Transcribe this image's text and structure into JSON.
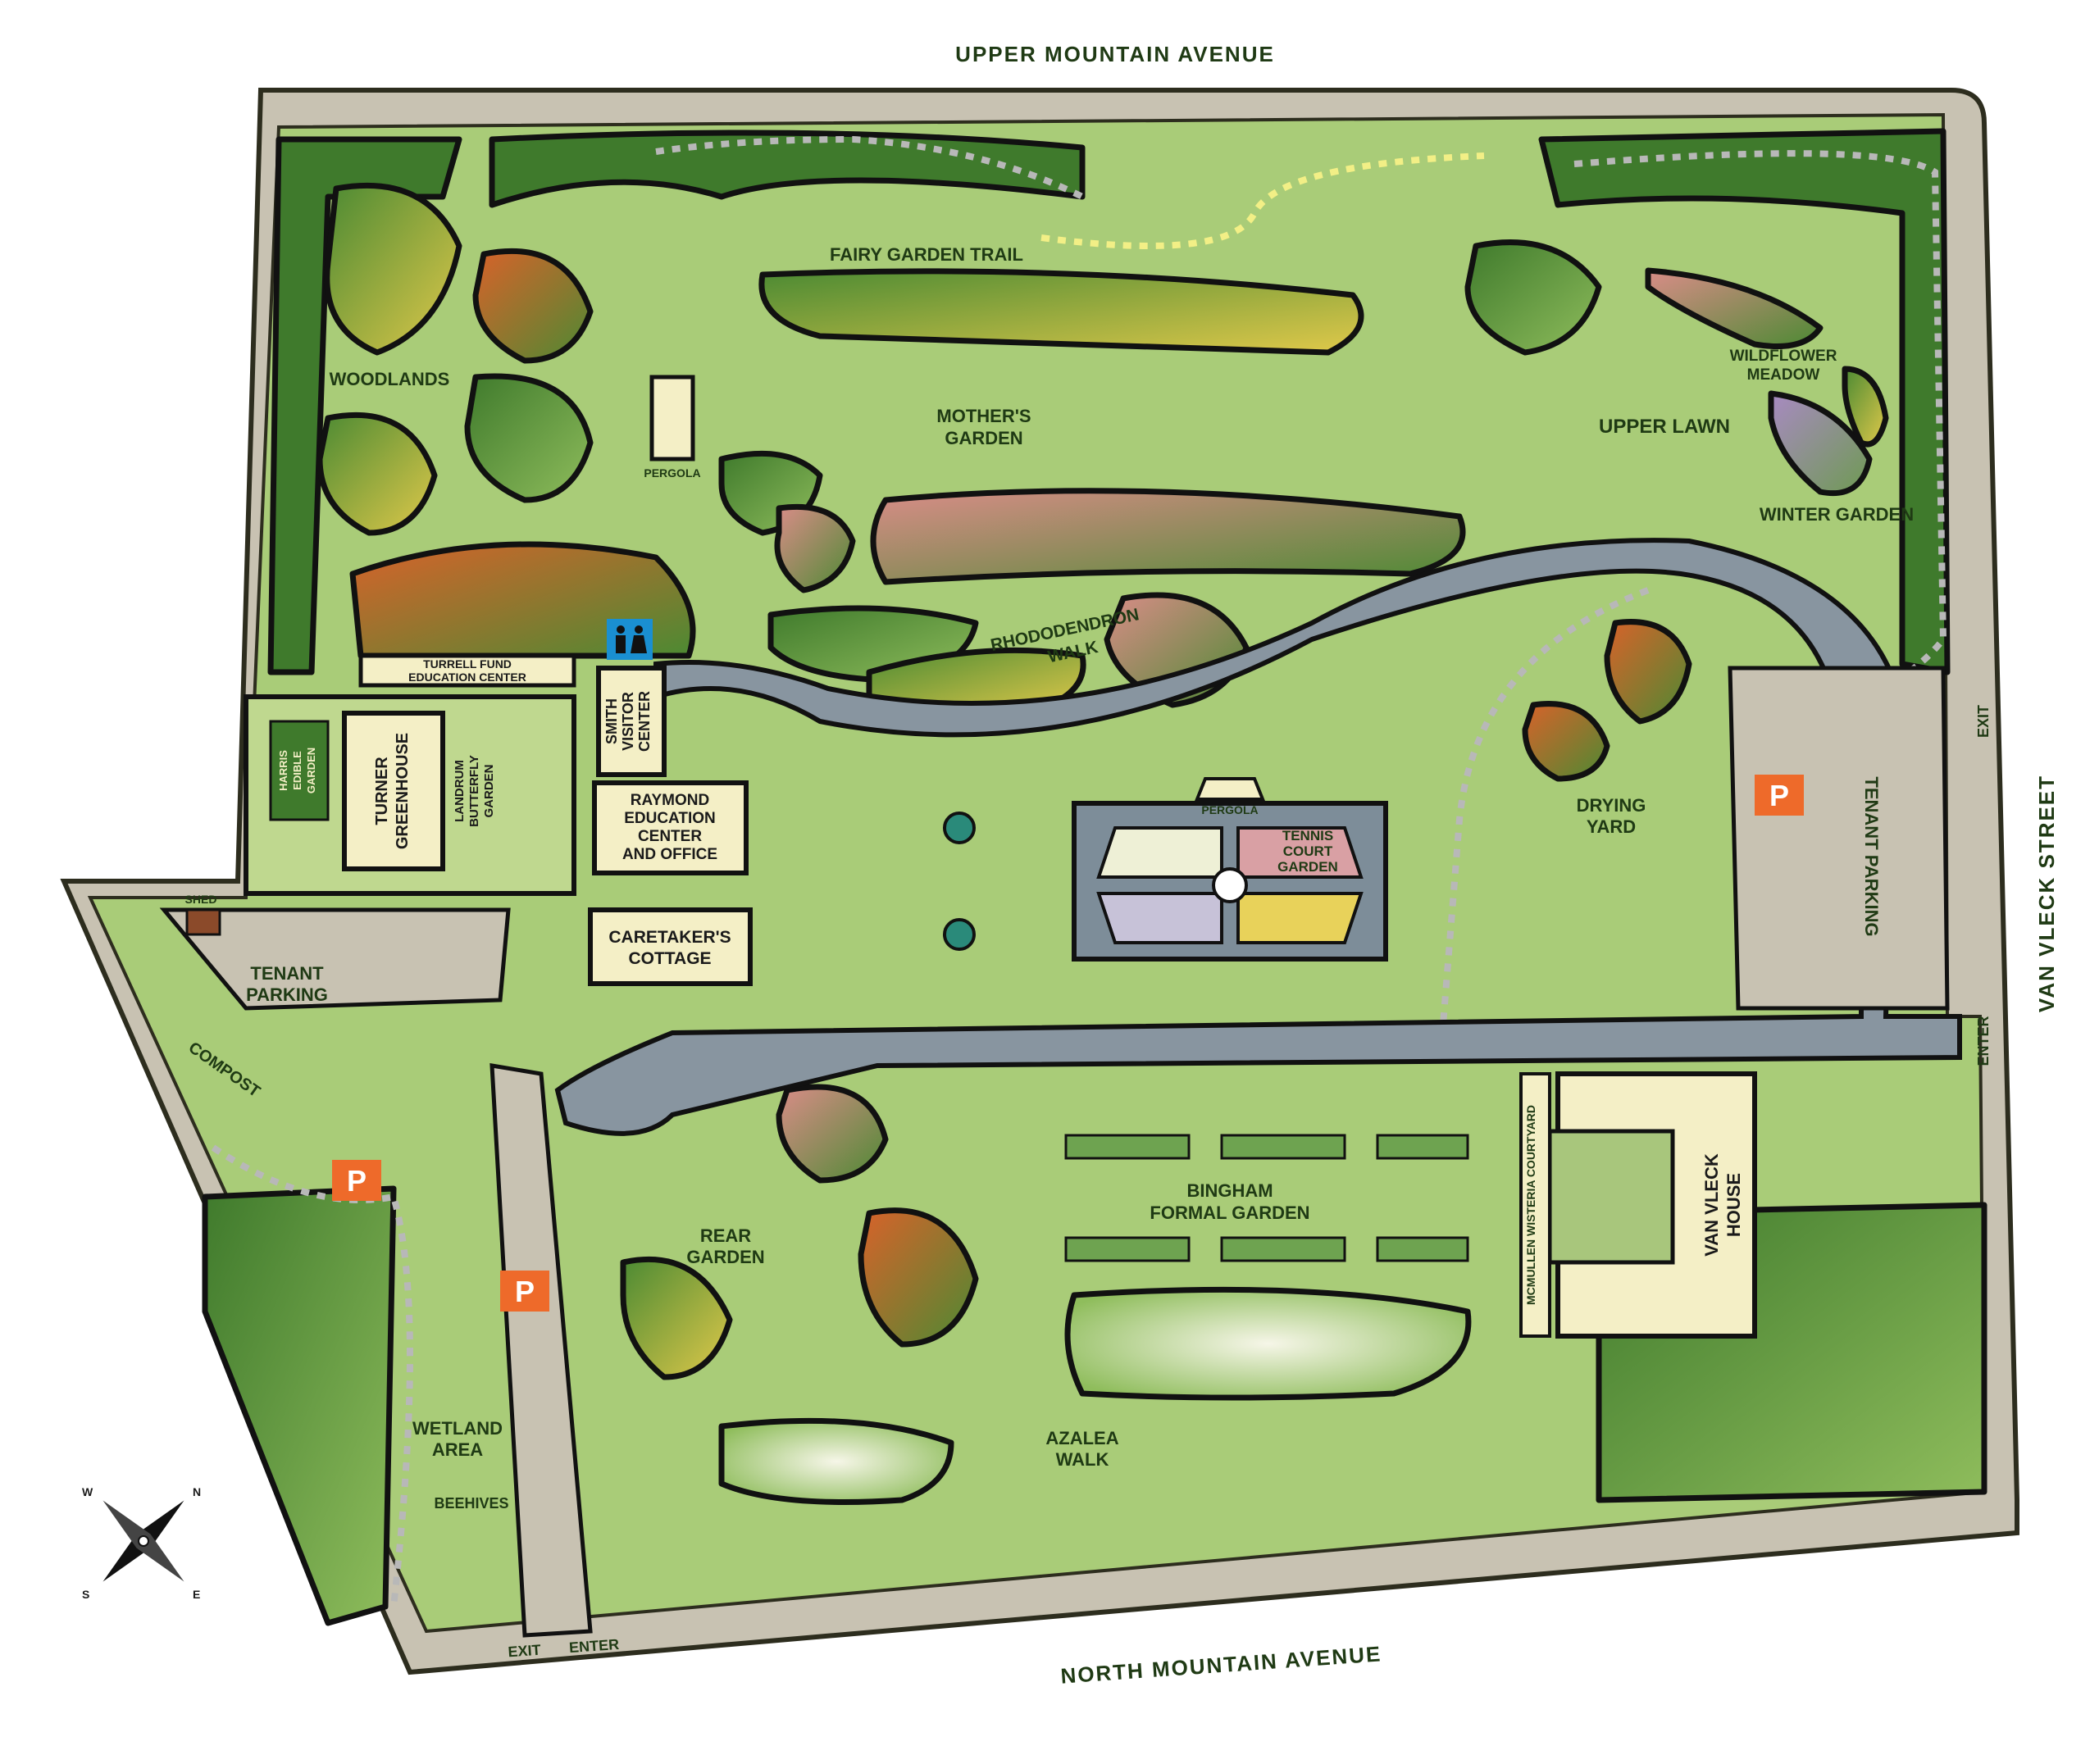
{
  "roads": {
    "north": "UPPER MOUNTAIN AVENUE",
    "south": "NORTH MOUNTAIN AVENUE",
    "east": "VAN VLECK STREET"
  },
  "areas": {
    "fairy_trail": "FAIRY GARDEN TRAIL",
    "woodlands": "WOODLANDS",
    "mothers_garden": [
      "MOTHER'S",
      "GARDEN"
    ],
    "upper_lawn": "UPPER LAWN",
    "wildflower": [
      "WILDFLOWER",
      "MEADOW"
    ],
    "winter_garden": "WINTER GARDEN",
    "pergola_north": "PERGOLA",
    "rhododendron": [
      "RHODODENDRON",
      "WALK"
    ],
    "drying_yard": [
      "DRYING",
      "YARD"
    ],
    "pergola_tennis": "PERGOLA",
    "tennis_court": [
      "TENNIS",
      "COURT",
      "GARDEN"
    ],
    "bingham": [
      "BINGHAM",
      "FORMAL GARDEN"
    ],
    "rear_garden": [
      "REAR",
      "GARDEN"
    ],
    "azalea": [
      "AZALEA",
      "WALK"
    ],
    "wetland": [
      "WETLAND",
      "AREA"
    ],
    "beehives": "BEEHIVES",
    "compost": "COMPOST",
    "shed": "SHED",
    "tenant_parking_west": [
      "TENANT",
      "PARKING"
    ],
    "tenant_parking_east": "TENANT PARKING",
    "mcmullen": "MCMULLEN WISTERIA COURTYARD"
  },
  "buildings": {
    "turrell": [
      "TURRELL FUND",
      "EDUCATION CENTER"
    ],
    "harris": [
      "HARRIS",
      "EDIBLE",
      "GARDEN"
    ],
    "turner": [
      "TURNER",
      "GREENHOUSE"
    ],
    "landrum": [
      "LANDRUM",
      "BUTTERFLY",
      "GARDEN"
    ],
    "smith": [
      "SMITH",
      "VISITOR",
      "CENTER"
    ],
    "raymond": [
      "RAYMOND",
      "EDUCATION",
      "CENTER",
      "AND OFFICE"
    ],
    "caretaker": [
      "CARETAKER'S",
      "COTTAGE"
    ],
    "van_vleck": [
      "VAN VLECK",
      "HOUSE"
    ]
  },
  "entrances": {
    "east_exit": "EXIT",
    "east_enter": "ENTER",
    "south_exit": "EXIT",
    "south_enter": "ENTER"
  },
  "parking_symbol": "P",
  "compass": {
    "n": "N",
    "e": "E",
    "s": "S",
    "w": "W"
  },
  "colors": {
    "lawn": "#a9cc78",
    "road": "#c8c2b2",
    "path": "#8895a0",
    "hedge_dark": "#3f7a2c",
    "building": "#f4efc6",
    "parking_sign": "#ee6a2a",
    "restroom": "#1a8fd1",
    "trail_dotted": "#b8b8b8",
    "fairy_trail": "#f2ef86"
  }
}
